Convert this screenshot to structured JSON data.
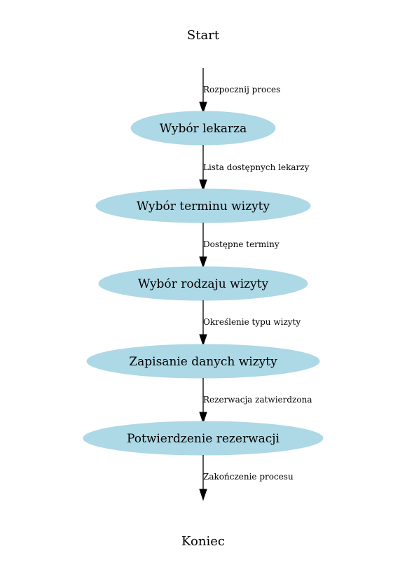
{
  "start_label": "Start",
  "end_label": "Koniec",
  "node_color": "#add8e6",
  "nodes": [
    {
      "label": "Wybór lekarza"
    },
    {
      "label": "Wybór terminu wizyty"
    },
    {
      "label": "Wybór rodzaju wizyty"
    },
    {
      "label": "Zapisanie danych wizyty"
    },
    {
      "label": "Potwierdzenie rezerwacji"
    }
  ],
  "edges": [
    {
      "label": "Rozpocznij proces"
    },
    {
      "label": "Lista dostępnych lekarzy"
    },
    {
      "label": "Dostępne terminy"
    },
    {
      "label": "Określenie typu wizyty"
    },
    {
      "label": "Rezerwacja zatwierdzona"
    },
    {
      "label": "Zakończenie procesu"
    }
  ]
}
